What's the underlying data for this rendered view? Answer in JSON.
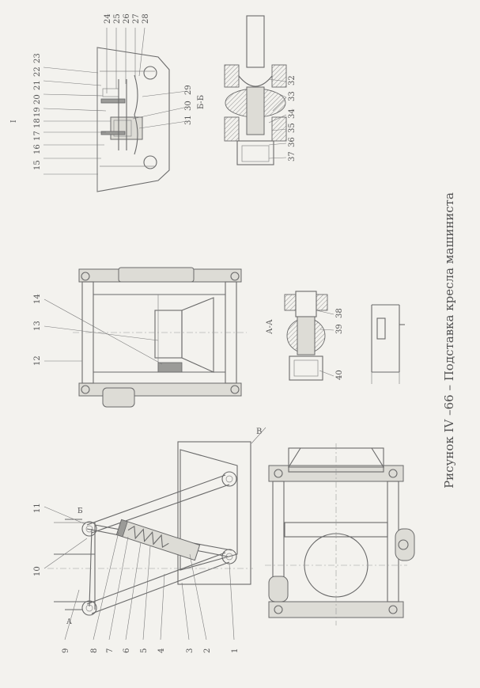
{
  "caption": "Рисунок IV –66   –  Подставка кресла машиниста",
  "section_labels": {
    "aa": "А-А",
    "bb": "Б-Б",
    "view_v": "В",
    "cut_a": "А",
    "cut_b": "Б",
    "roman_one": "I"
  },
  "callouts": [
    "1",
    "2",
    "3",
    "4",
    "5",
    "6",
    "7",
    "8",
    "9",
    "10",
    "11",
    "12",
    "13",
    "14",
    "15",
    "16",
    "17",
    "18",
    "19",
    "20",
    "21",
    "22",
    "23",
    "24",
    "25",
    "26",
    "27",
    "28",
    "29",
    "30",
    "31",
    "32",
    "33",
    "34",
    "35",
    "36",
    "37",
    "38",
    "39",
    "40"
  ],
  "colors": {
    "line": "#6a6a6a",
    "paper": "#f3f2ee",
    "text": "#555555"
  }
}
